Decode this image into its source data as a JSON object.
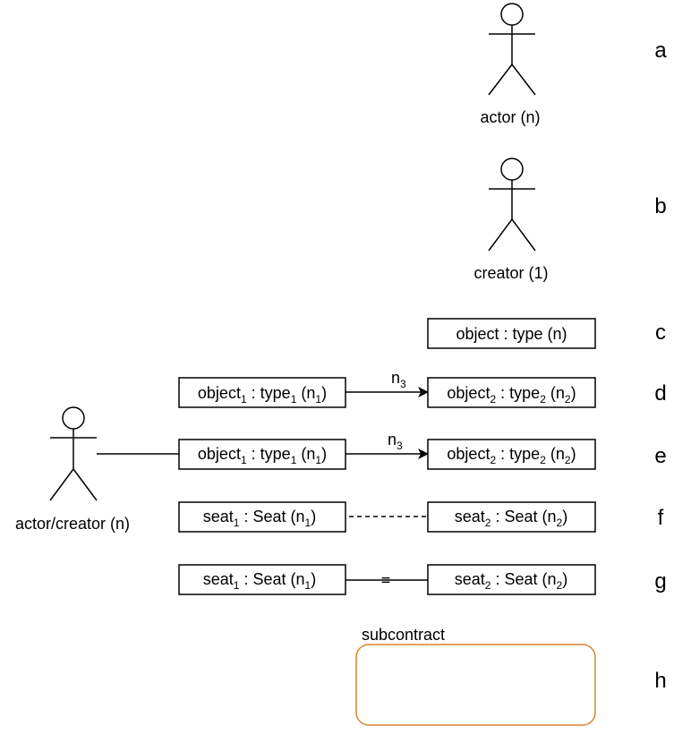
{
  "rows": {
    "a": {
      "letter": "a",
      "actor_label": "actor (n)"
    },
    "b": {
      "letter": "b",
      "actor_label": "creator (1)"
    },
    "c": {
      "letter": "c",
      "box": "object : type (n)"
    },
    "d": {
      "letter": "d",
      "left": {
        "name": "object",
        "ns": "1",
        "type": "type",
        "ts": "1",
        "mult": "n",
        "ms": "1"
      },
      "right": {
        "name": "object",
        "ns": "2",
        "type": "type",
        "ts": "2",
        "mult": "n",
        "ms": "2"
      },
      "arrow_label": {
        "base": "n",
        "sub": "3"
      }
    },
    "e": {
      "letter": "e",
      "left": {
        "name": "object",
        "ns": "1",
        "type": "type",
        "ts": "1",
        "mult": "n",
        "ms": "1"
      },
      "right": {
        "name": "object",
        "ns": "2",
        "type": "type",
        "ts": "2",
        "mult": "n",
        "ms": "2"
      },
      "arrow_label": {
        "base": "n",
        "sub": "3"
      }
    },
    "f": {
      "letter": "f",
      "left": {
        "name": "seat",
        "ns": "1",
        "type": "Seat",
        "mult": "n",
        "ms": "1"
      },
      "right": {
        "name": "seat",
        "ns": "2",
        "type": "Seat",
        "mult": "n",
        "ms": "2"
      }
    },
    "g": {
      "letter": "g",
      "left": {
        "name": "seat",
        "ns": "1",
        "type": "Seat",
        "mult": "n",
        "ms": "1"
      },
      "right": {
        "name": "seat",
        "ns": "2",
        "type": "Seat",
        "mult": "n",
        "ms": "2"
      },
      "connector_symbol": "="
    },
    "h": {
      "letter": "h",
      "group_label": "subcontract"
    }
  },
  "actor_creator": {
    "label": "actor/creator (n)"
  },
  "colors": {
    "stroke": "#000000",
    "subcontract_border": "#d9822b"
  }
}
